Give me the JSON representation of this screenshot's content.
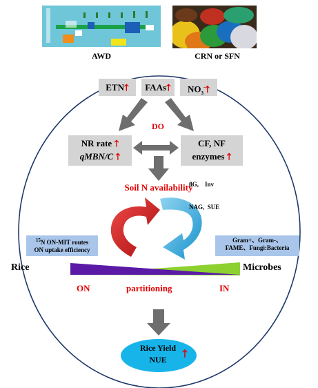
{
  "top_images": {
    "left_caption": "AWD",
    "right_caption": "CRN  or  SFN"
  },
  "factors": {
    "etn": "ETN",
    "faas": "FAAs",
    "no3_base": "NO",
    "no3_sub": "3",
    "no3_sup": "-",
    "up_arrow": "🡑"
  },
  "do_label": "DO",
  "nr_box": {
    "line1": "NR rate",
    "line2": "qMBN/C"
  },
  "cf_box": {
    "line1": "CF, NF",
    "line2": "enzymes"
  },
  "enzymes": {
    "line1": "βG,    Inv",
    "line2": "NAG,  SUE"
  },
  "soil_n": "Soil N availability",
  "left_info": {
    "sup": "15",
    "line1": "N ON-MIT routes",
    "line2": "ON uptake efficiency"
  },
  "right_info": {
    "line1": "Gram+、Gram-、",
    "line2": "FAME、Fungi:Bacteria"
  },
  "rice": "Rice",
  "microbes": "Microbes",
  "on": "ON",
  "partitioning": "partitioning",
  "in": "IN",
  "yield": {
    "line1": "Rice Yield",
    "line2": "NUE"
  },
  "colors": {
    "red": "#e00000",
    "grey_box": "#d4d4d4",
    "blue_box": "#a9c6ea",
    "oval_border": "#1f3a6b",
    "yield_fill": "#17b4ea",
    "wedge_green": "#8cd130",
    "wedge_purple": "#5b1aa6",
    "cycle_red": "#d91c1c",
    "cycle_blue": "#28a9dc",
    "arrow_grey": "#6e6e6e"
  }
}
